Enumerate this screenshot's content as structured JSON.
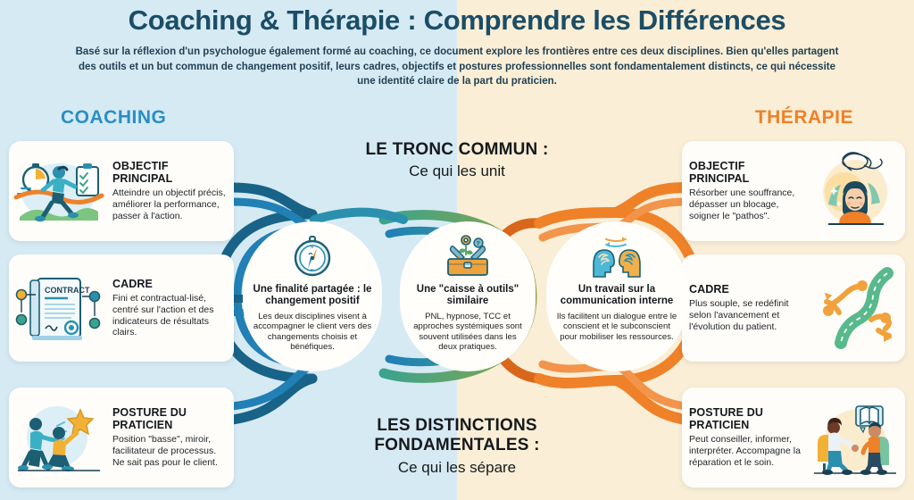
{
  "header": {
    "title": "Coaching & Thérapie : Comprendre les Différences",
    "subtitle": "Basé sur la réflexion d'un psychologue également formé au coaching, ce document explore les frontières entre ces deux disciplines. Bien qu'elles partagent des outils et un but commun de changement positif, leurs cadres, objectifs et postures professionnelles sont fondamentalement distincts, ce qui nécessite une identité claire de la part du praticien."
  },
  "sides": {
    "left_label": "COACHING",
    "right_label": "THÉRAPIE"
  },
  "center_headings": {
    "top_main": "LE TRONC COMMUN :",
    "top_sub": "Ce qui les unit",
    "bottom_main_line1": "LES DISTINCTIONS",
    "bottom_main_line2": "FONDAMENTALES :",
    "bottom_sub": "Ce qui les sépare"
  },
  "coaching_cards": [
    {
      "title": "OBJECTIF PRINCIPAL",
      "body": "Atteindre un objectif précis, améliorer la performance, passer à l'action.",
      "icon": "runner-stopwatch-checklist-icon"
    },
    {
      "title": "CADRE",
      "body": "Fini et contractual-lisé, centré sur l'action et des indicateurs de résultats clairs.",
      "icon": "contract-document-icon"
    },
    {
      "title": "POSTURE DU PRATICIEN",
      "body": "Position \"basse\", miroir, facilitateur de processus. Ne sait pas pour le client.",
      "icon": "two-people-star-icon"
    }
  ],
  "therapie_cards": [
    {
      "title": "OBJECTIF PRINCIPAL",
      "body": "Résorber une souffrance, dépasser un blocage, soigner le \"pathos\".",
      "icon": "woman-tangled-thoughts-icon"
    },
    {
      "title": "CADRE",
      "body": "Plus souple, se redéfinit selon l'avancement et l'évolution du patient.",
      "icon": "winding-paths-icon"
    },
    {
      "title": "POSTURE DU PRATICIEN",
      "body": "Peut conseiller, informer, interpréter. Accompagne la réparation et le soin.",
      "icon": "therapy-session-icon"
    }
  ],
  "common_bubbles": [
    {
      "title": "Une finalité partagée : le changement positif",
      "body": "Les deux disciplines visent à accompagner le client vers des changements choisis et bénéfiques.",
      "icon": "compass-icon"
    },
    {
      "title": "Une \"caisse à outils\" similaire",
      "body": "PNL, hypnose, TCC et approches systémiques sont souvent utilisées dans les deux pratiques.",
      "icon": "toolbox-icon"
    },
    {
      "title": "Un travail sur la communication interne",
      "body": "Ils facilitent un dialogue entre le conscient et le subconscient pour mobiliser les ressources.",
      "icon": "two-heads-brains-icon"
    }
  ],
  "colors": {
    "blue": "#2180b5",
    "blue_dark": "#186387",
    "teal": "#3ba38c",
    "green": "#5f9e5a",
    "orange": "#ef8128",
    "title_navy": "#1b4d66",
    "bg_left": "#d6eaf4",
    "bg_right": "#faeed6"
  }
}
